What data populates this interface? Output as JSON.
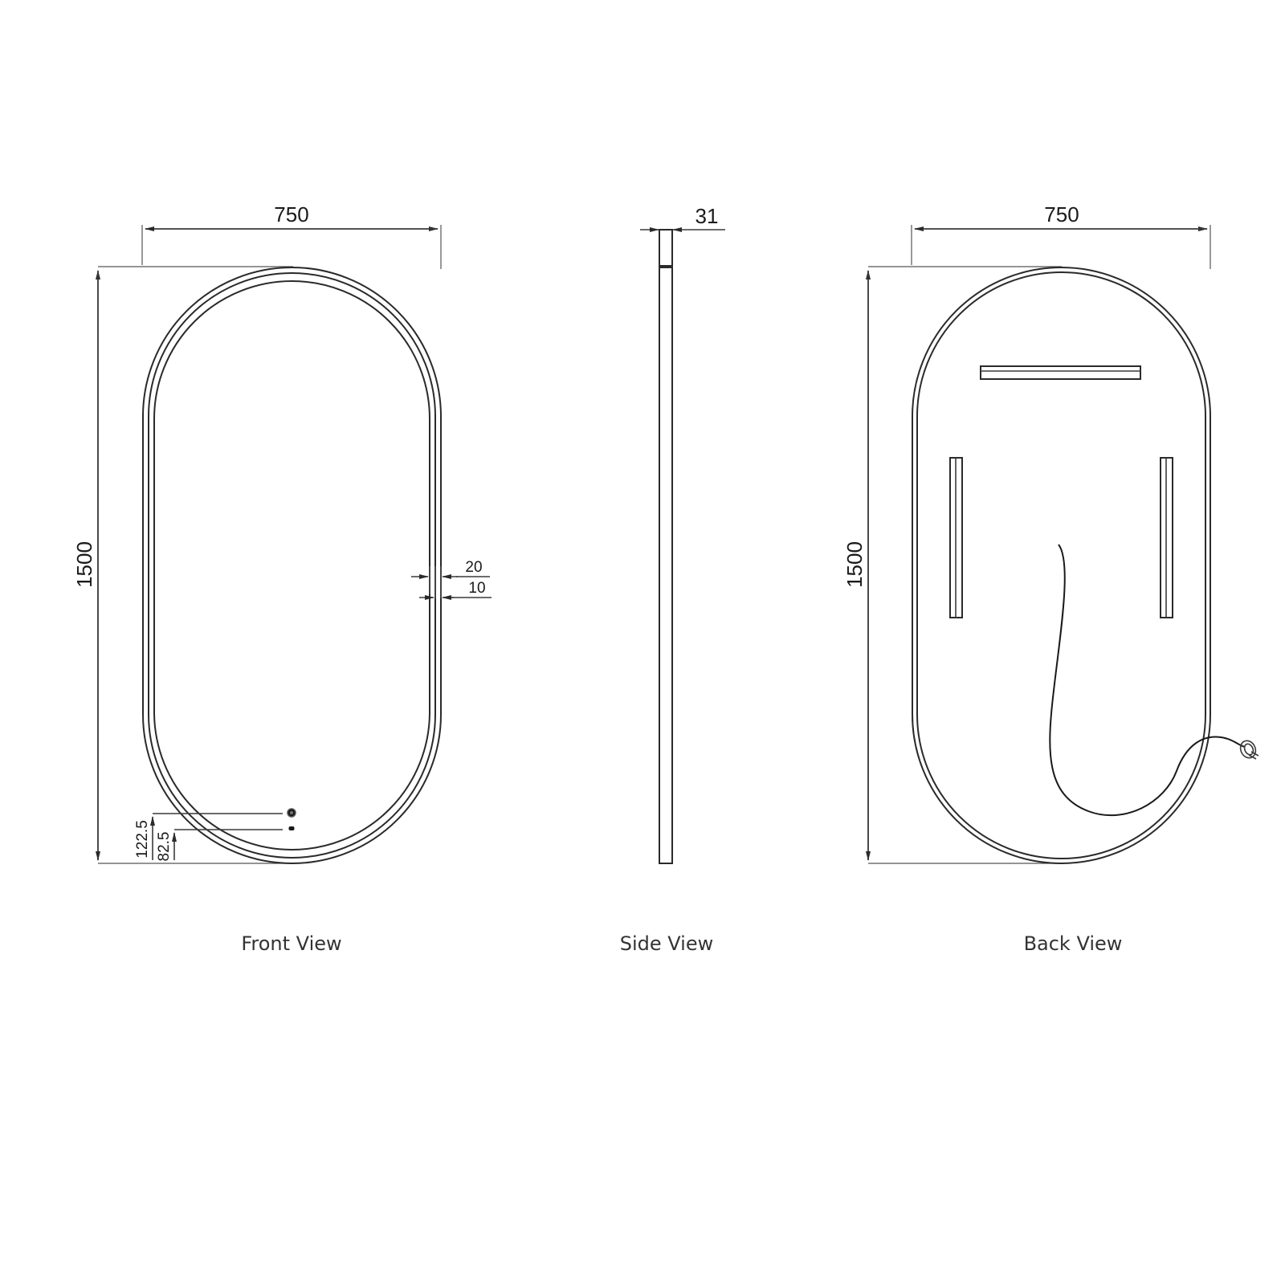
{
  "drawing": {
    "title": "Pill-shaped LED mirror technical drawing",
    "units": "mm",
    "line_color": "#2a2a2a",
    "background": "#ffffff"
  },
  "front_view": {
    "caption": "Front View",
    "width_label": "750",
    "height_label": "1500",
    "frame_label_outer": "20",
    "frame_label_inner": "10",
    "button_upper_label": "122.5",
    "button_lower_label": "82.5",
    "icons": [
      "touch-sensor-icon",
      "dimmer-sensor-icon"
    ]
  },
  "side_view": {
    "caption": "Side View",
    "depth_label": "31"
  },
  "back_view": {
    "caption": "Back View",
    "width_label": "750",
    "height_label": "1500",
    "parts": [
      "top-mounting-rail",
      "left-mounting-bar",
      "right-mounting-bar",
      "power-cable",
      "power-plug-icon"
    ]
  }
}
